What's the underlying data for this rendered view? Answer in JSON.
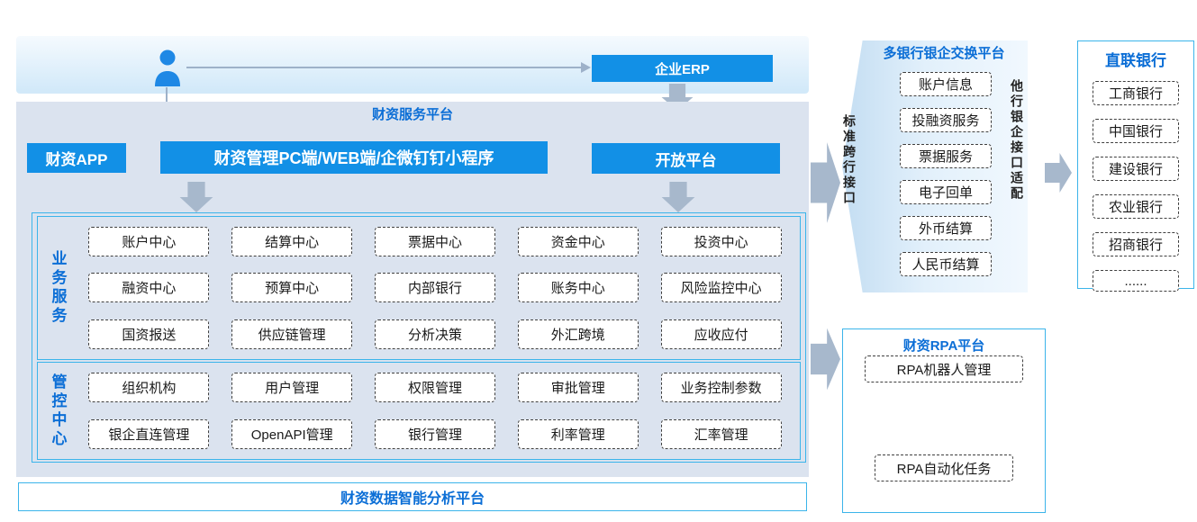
{
  "colors": {
    "node_blue": "#1290e6",
    "title_blue": "#0b6ed6",
    "panel_bg": "#dbe3ef",
    "border_blue": "#3bb4ea",
    "arrow_gray": "#a7b8cc"
  },
  "header": {
    "erp_label": "企业ERP",
    "platform_label": "财资服务平台"
  },
  "entry": {
    "app": "财资APP",
    "pc": "财资管理PC端/WEB端/企微钉钉小程序",
    "open": "开放平台"
  },
  "business": {
    "title": "业务服务",
    "rows": [
      [
        "账户中心",
        "结算中心",
        "票据中心",
        "资金中心",
        "投资中心"
      ],
      [
        "融资中心",
        "预算中心",
        "内部银行",
        "账务中心",
        "风险监控中心"
      ],
      [
        "国资报送",
        "供应链管理",
        "分析决策",
        "外汇跨境",
        "应收应付"
      ]
    ]
  },
  "control": {
    "title": "管控中心",
    "rows": [
      [
        "组织机构",
        "用户管理",
        "权限管理",
        "审批管理",
        "业务控制参数"
      ],
      [
        "银企直连管理",
        "OpenAPI管理",
        "银行管理",
        "利率管理",
        "汇率管理"
      ]
    ]
  },
  "bottom_bar": {
    "label": "财资数据智能分析平台"
  },
  "exchange": {
    "title": "多银行银企交换平台",
    "left_label": "标准跨行接口",
    "right_label": "他行银企接口适配",
    "items": [
      "账户信息",
      "投融资服务",
      "票据服务",
      "电子回单",
      "外币结算",
      "人民币结算"
    ]
  },
  "banks": {
    "title": "直联银行",
    "items": [
      "工商银行",
      "中国银行",
      "建设银行",
      "农业银行",
      "招商银行",
      "......"
    ]
  },
  "rpa": {
    "title": "财资RPA平台",
    "items": [
      "RPA机器人管理",
      "RPA自动化任务"
    ]
  }
}
